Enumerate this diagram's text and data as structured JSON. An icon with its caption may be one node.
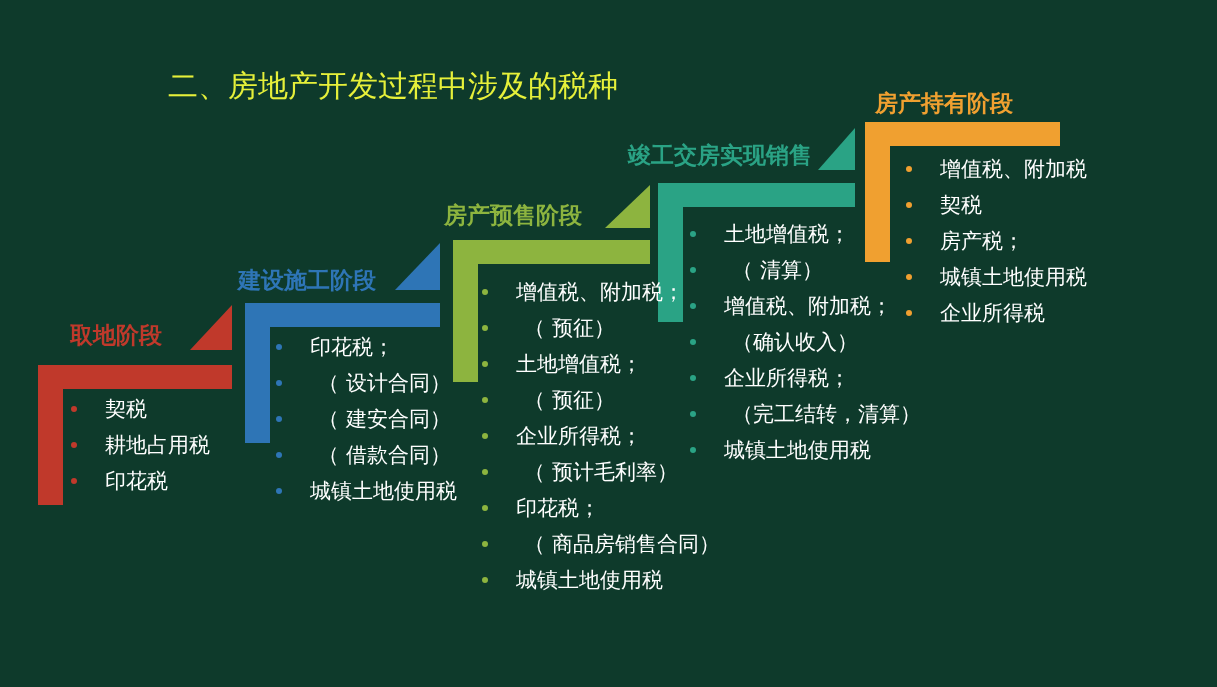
{
  "diagram": {
    "title": "二、房地产开发过程中涉及的税种",
    "nodes": [
      {
        "text": [
          "取地阶段",
          "契税",
          "耕地占用税",
          "印花税"
        ]
      },
      {
        "text": [
          "建设施工阶段",
          "印花税；",
          "（ 设计合同）",
          "（ 建安合同）",
          "（ 借款合同）",
          "城镇土地使用税"
        ]
      },
      {
        "text": [
          "房产预售阶段",
          "增值税、附加税；",
          "（ 预征）",
          "土地增值税；",
          "（ 预征）",
          "企业所得税；",
          "（ 预计毛利率）",
          "印花税；",
          "（ 商品房销售合同）",
          "城镇土地使用税"
        ]
      },
      {
        "text": [
          "竣工交房实现销售",
          "土地增值税；",
          "（ 清算）",
          "增值税、附加税；",
          "（确认收入）",
          "企业所得税；",
          "（完工结转，清算）",
          "城镇土地使用税"
        ]
      },
      {
        "text": [
          "房产持有阶段",
          "增值税、附加税",
          "契税",
          "房产税；",
          "城镇土地使用税",
          "企业所得税"
        ]
      }
    ]
  }
}
